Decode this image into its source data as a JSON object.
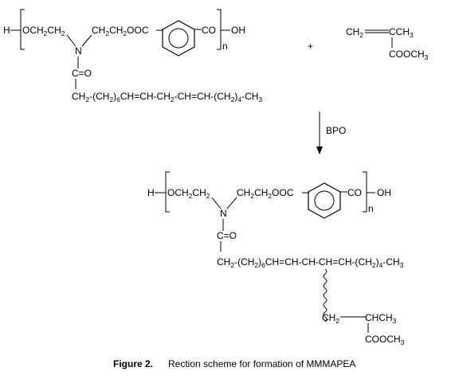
{
  "reactant_polymer": {
    "h_end": "H",
    "seg1": "OCH",
    "seg1_sub": "2",
    "seg1b": "CH",
    "seg1b_sub": "2",
    "seg2": "CH",
    "seg2_sub": "2",
    "seg2b": "CH",
    "seg2b_sub": "2",
    "seg2c": "OOC",
    "nitrogen": "N",
    "co_ring": "CO",
    "oh_end": "OH",
    "repeat_n": "n",
    "amide": "C=O",
    "chain": [
      {
        "t": "CH"
      },
      {
        "t": "2",
        "sub": true
      },
      {
        "t": "-(CH"
      },
      {
        "t": "2",
        "sub": true
      },
      {
        "t": ")"
      },
      {
        "t": "6",
        "sub": true
      },
      {
        "t": "CH=CH-CH"
      },
      {
        "t": "2",
        "sub": true
      },
      {
        "t": "-CH=CH-(CH"
      },
      {
        "t": "2",
        "sub": true
      },
      {
        "t": ")"
      },
      {
        "t": "4",
        "sub": true
      },
      {
        "t": "-CH"
      },
      {
        "t": "3",
        "sub": true
      }
    ]
  },
  "plus_sign": "+",
  "monomer": {
    "vinyl_left": "CH",
    "vinyl_left_sub": "2",
    "vinyl_right": "CCH",
    "vinyl_right_sub": "3",
    "ester": "COOCH",
    "ester_sub": "3"
  },
  "reagent": "BPO",
  "product_polymer": {
    "h_end": "H",
    "seg1": "OCH",
    "seg1_sub": "2",
    "seg1b": "CH",
    "seg1b_sub": "2",
    "seg2": "CH",
    "seg2_sub": "2",
    "seg2b": "CH",
    "seg2b_sub": "2",
    "seg2c": "OOC",
    "nitrogen": "N",
    "co_ring": "CO",
    "oh_end": "OH",
    "repeat_n": "n",
    "amide": "C=O",
    "chain": [
      {
        "t": "CH"
      },
      {
        "t": "2",
        "sub": true
      },
      {
        "t": "-(CH"
      },
      {
        "t": "2",
        "sub": true
      },
      {
        "t": ")"
      },
      {
        "t": "6",
        "sub": true
      },
      {
        "t": "CH=CH-CH-CH=CH-(CH"
      },
      {
        "t": "2",
        "sub": true
      },
      {
        "t": ")"
      },
      {
        "t": "4",
        "sub": true
      },
      {
        "t": "-CH"
      },
      {
        "t": "3",
        "sub": true
      }
    ],
    "graft_ch2": "CH",
    "graft_ch2_sub": "2",
    "graft_chch3": "CHCH",
    "graft_chch3_sub": "3",
    "graft_ester": "COOCH",
    "graft_ester_sub": "3"
  },
  "caption": {
    "label": "Figure 2.",
    "text": "Rection scheme for formation of MMMAPEA"
  }
}
